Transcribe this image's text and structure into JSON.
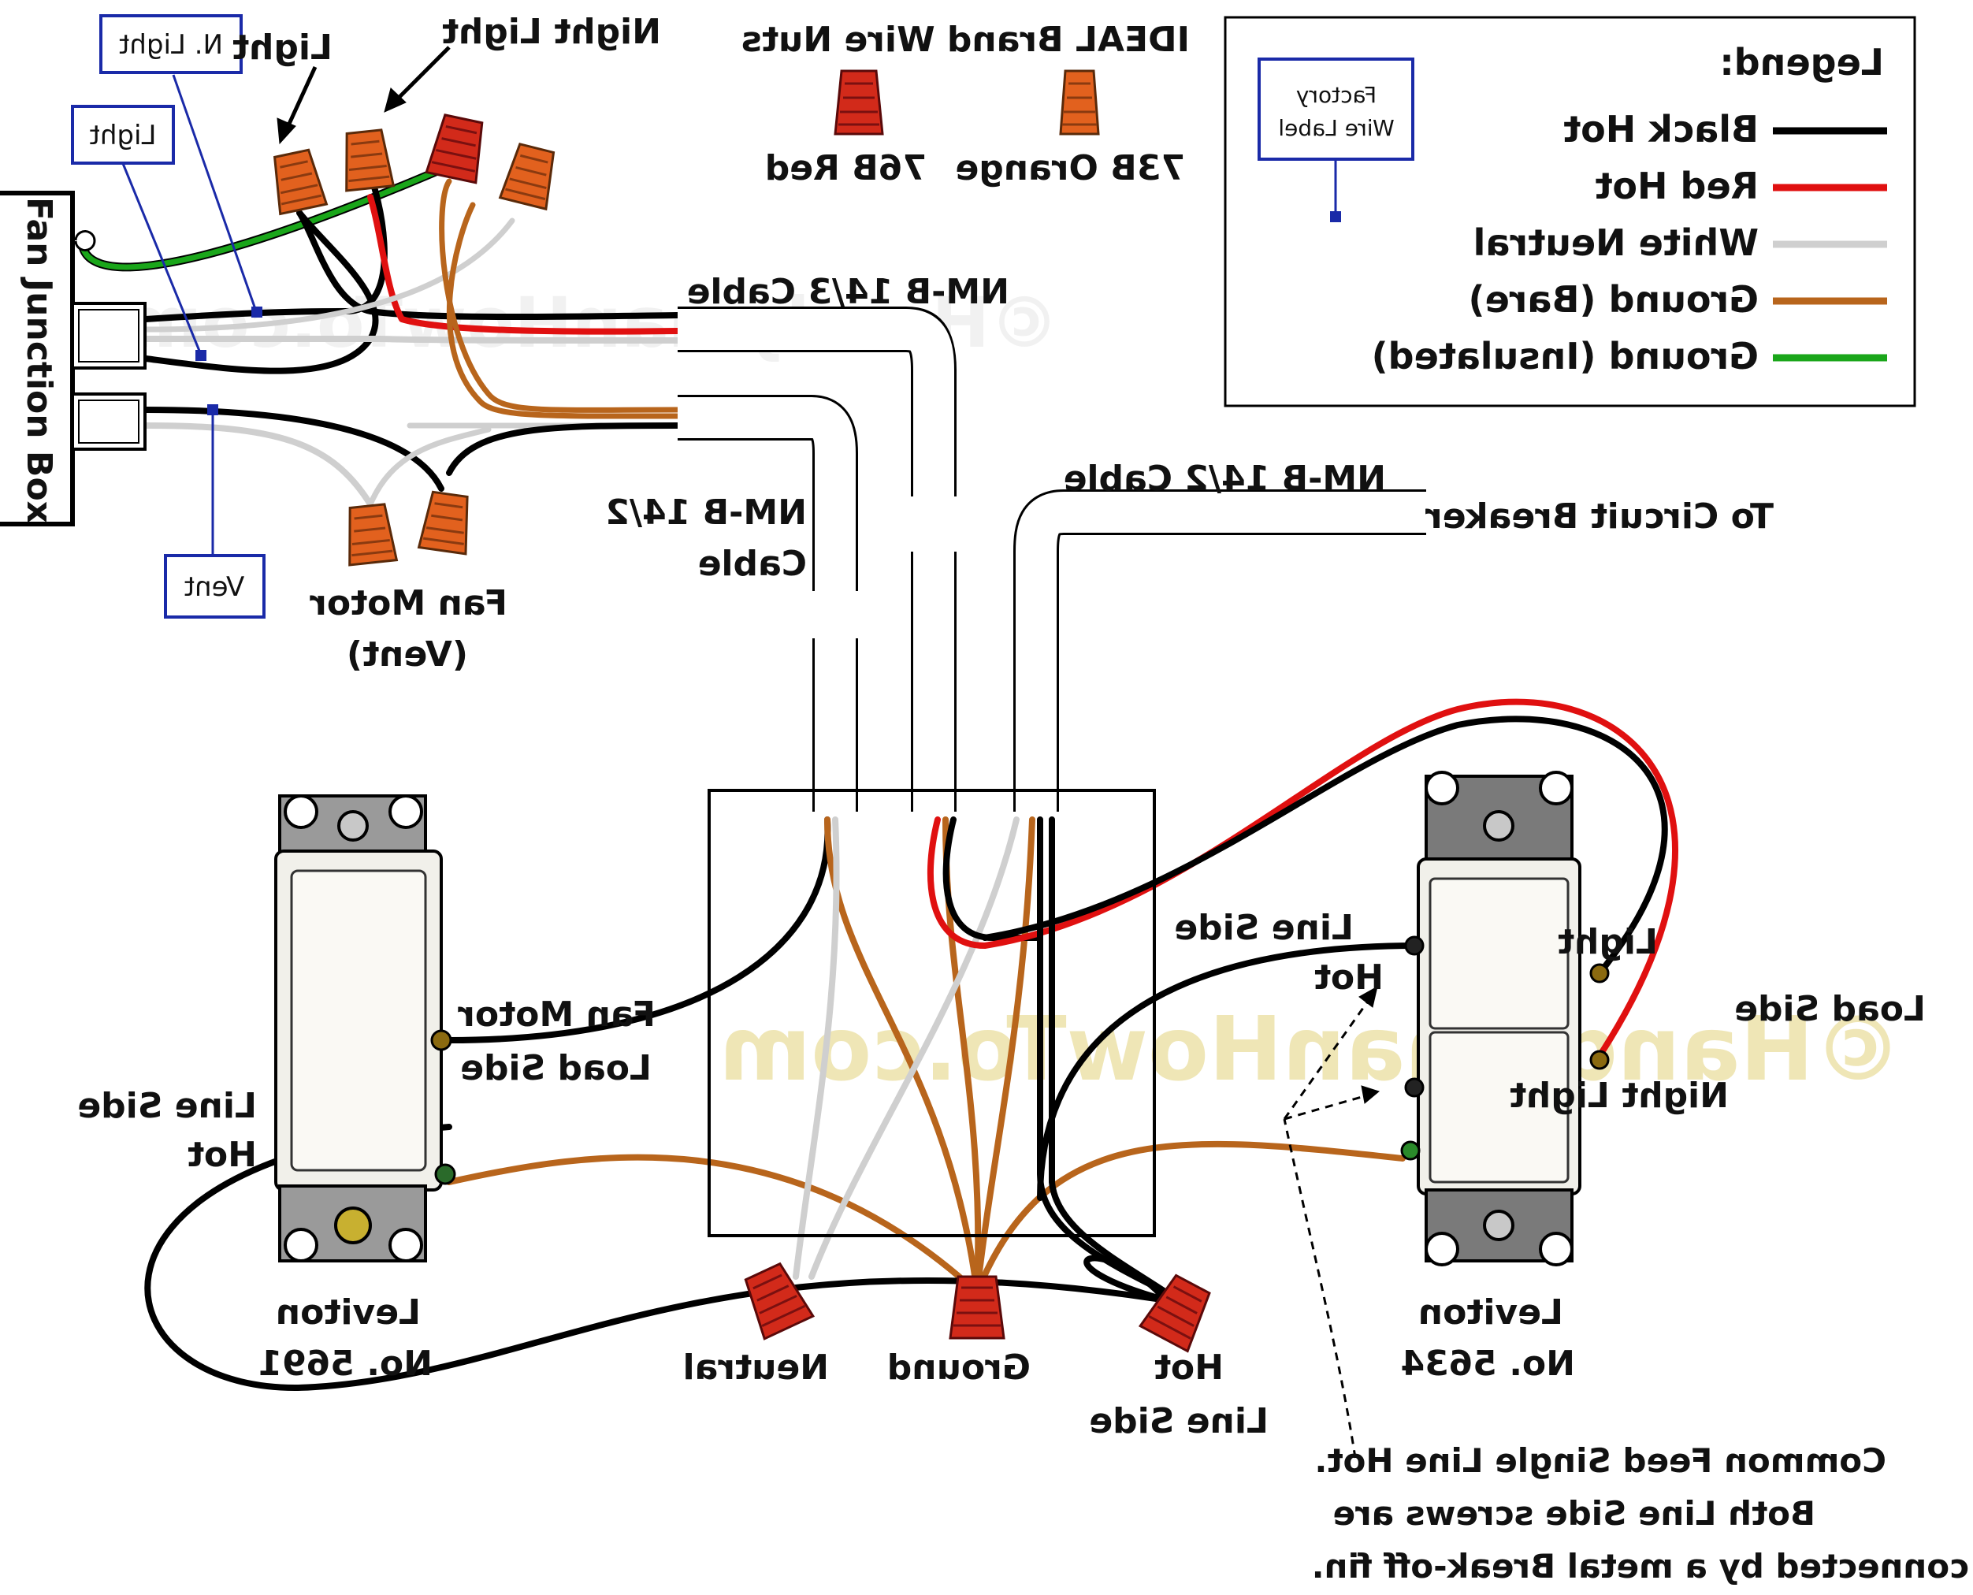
{
  "colors": {
    "black_hot": "#000000",
    "red_hot": "#e01010",
    "white_neutral": "#cfcfcf",
    "ground_bare": "#b8651c",
    "ground_insulated": "#1aa61a",
    "wire_nut_red": "#d22a1a",
    "wire_nut_orange": "#e2611e",
    "label_box": "#1a2aa8",
    "watermark": "#eee3b0"
  },
  "legend": {
    "title": "Legend:",
    "factory_label": "Factory Wire Label",
    "items": [
      {
        "label": "Black Hot",
        "color": "#000000"
      },
      {
        "label": "Red Hot",
        "color": "#e01010"
      },
      {
        "label": "White Neutral",
        "color": "#cfcfcf"
      },
      {
        "label": "Ground (Bare)",
        "color": "#b8651c"
      },
      {
        "label": "Ground (Insulated)",
        "color": "#1aa61a"
      }
    ]
  },
  "wire_nuts": {
    "title": "IDEAL Brand Wire Nuts",
    "red": "76B Red",
    "orange": "73B Orange"
  },
  "labels": {
    "fan_box": "Fan Junction Box",
    "n_light_tag": "N. Light",
    "light_tag": "Light",
    "vent_tag": "Vent",
    "light": "Light",
    "night_light": "Night Light",
    "cable_14_3": "NM-B 14/3 Cable",
    "cable_14_2_left_1": "NM-B 14/2",
    "cable_14_2_left_2": "Cable",
    "cable_14_2_right": "NM-B 14/2 Cable",
    "to_breaker": "To Circuit Breaker",
    "fan_motor_vent_1": "Fan Motor",
    "fan_motor_vent_2": "(Vent)",
    "fan_motor_load_1": "Fan Motor",
    "fan_motor_load_2": "Load Side",
    "line_side_hot_left_1": "Line Side",
    "line_side_hot_left_2": "Hot",
    "line_side_hot_right_1": "Line Side",
    "line_side_hot_right_2": "Hot",
    "sw_light": "Light",
    "load_side": "Load Side",
    "sw_night_light": "Night Light",
    "leviton_left_1": "Leviton",
    "leviton_left_2": "No. 5691",
    "leviton_right_1": "Leviton",
    "leviton_right_2": "No. 5634",
    "neutral": "Neutral",
    "ground": "Ground",
    "hot_line_1": "Hot",
    "hot_line_2": "Line Side",
    "note_1": "Common Feed Single Line Hot.",
    "note_2": "Both Line Side screws are",
    "note_3": "connected by a metal Break-off fin."
  },
  "watermarks": {
    "main": "©HandymanHowTo.com",
    "top": "©HandymanHowTo.com"
  }
}
